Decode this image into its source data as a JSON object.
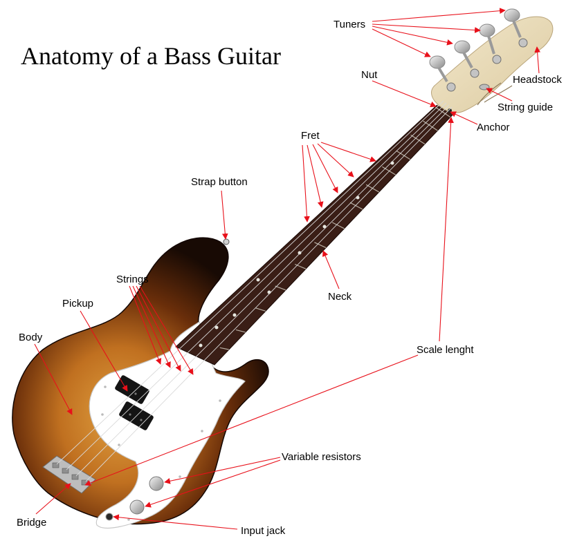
{
  "title": "Anatomy of a Bass Guitar",
  "colors": {
    "annotation": "#e8101a",
    "body_dark": "#1e0d05",
    "body_mid": "#7a3a0a",
    "body_light": "#d08a2a",
    "fretboard": "#3a1e16",
    "headstock": "#e9dcbc",
    "pickguard": "#ffffff",
    "chrome": "#c8c8c8"
  },
  "labels": {
    "tuners": "Tuners",
    "headstock": "Headstock",
    "nut": "Nut",
    "string_guide": "String guide",
    "anchor": "Anchor",
    "fret": "Fret",
    "strap_button": "Strap button",
    "strings": "Strings",
    "pickup": "Pickup",
    "neck": "Neck",
    "body": "Body",
    "scale_length": "Scale lenght",
    "variable_resistors": "Variable resistors",
    "bridge": "Bridge",
    "input_jack": "Input jack"
  }
}
